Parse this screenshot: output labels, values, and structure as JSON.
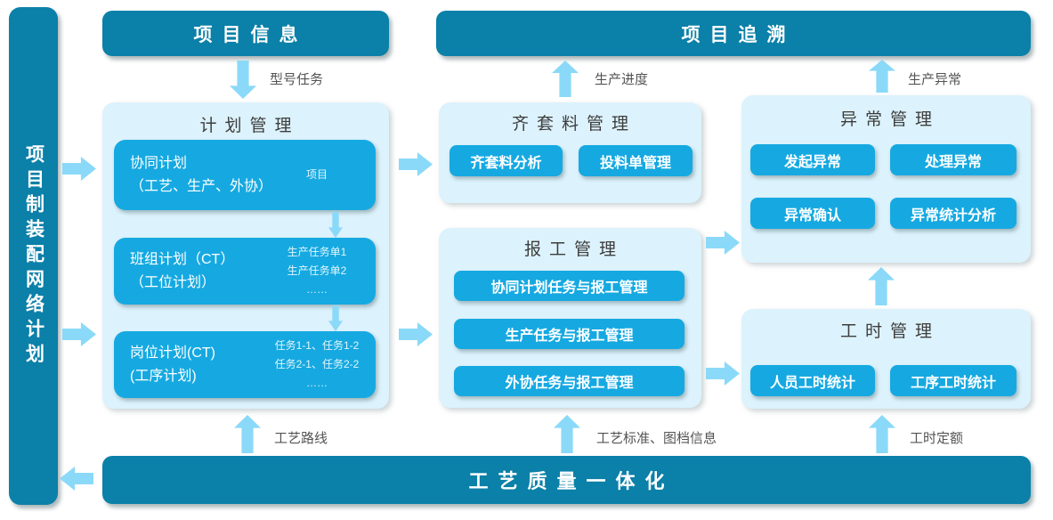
{
  "colors": {
    "dark": "#0b80a8",
    "mid": "#16a9e1",
    "panel": "#dcf2fc",
    "arrow": "#8bd9f8",
    "title_text": "#3d3d3d",
    "label_text": "#545454"
  },
  "left_bar": {
    "label": "项目制装配网络计划"
  },
  "top_bars": {
    "project_info": "项目信息",
    "project_trace": "项目追溯"
  },
  "plan": {
    "title": "计划管理",
    "boxes": [
      {
        "line1": "协同计划",
        "line2": "（工艺、生产、外协）",
        "notes": [
          "项目"
        ]
      },
      {
        "line1": "班组计划（CT）",
        "line2": "（工位计划）",
        "notes": [
          "生产任务单1",
          "生产任务单2",
          "……"
        ]
      },
      {
        "line1": "岗位计划(CT)",
        "line2": "(工序计划)",
        "notes": [
          "任务1-1、任务1-2",
          "任务2-1、任务2-2",
          "……"
        ]
      }
    ]
  },
  "material": {
    "title": "齐套料管理",
    "buttons": [
      "齐套料分析",
      "投料单管理"
    ]
  },
  "report": {
    "title": "报工管理",
    "buttons": [
      "协同计划任务与报工管理",
      "生产任务与报工管理",
      "外协任务与报工管理"
    ]
  },
  "abnormal": {
    "title": "异常管理",
    "buttons": [
      "发起异常",
      "处理异常",
      "异常确认",
      "异常统计分析"
    ]
  },
  "hours": {
    "title": "工时管理",
    "buttons": [
      "人员工时统计",
      "工序工时统计"
    ]
  },
  "bottom_bar": {
    "label": "工艺质量一体化"
  },
  "arrow_labels": {
    "model_task": "型号任务",
    "production_progress": "生产进度",
    "production_abnormal": "生产异常",
    "process_route": "工艺路线",
    "process_docs": "工艺标准、图档信息",
    "hour_quota": "工时定额"
  }
}
